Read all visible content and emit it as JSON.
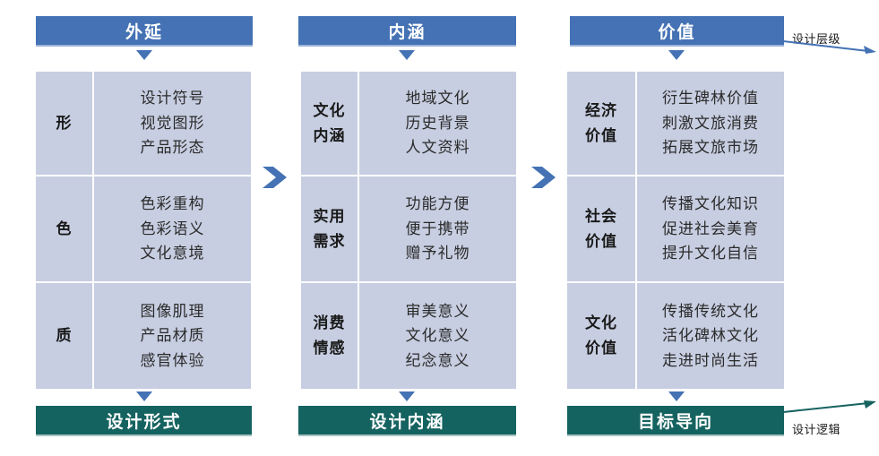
{
  "diagram": {
    "title_row": {
      "bars": [
        {
          "label": "外延"
        },
        {
          "label": "内涵"
        },
        {
          "label": "价值"
        }
      ],
      "axis_label": "设计层级"
    },
    "footer_row": {
      "bars": [
        {
          "label": "设计形式"
        },
        {
          "label": "设计内涵"
        },
        {
          "label": "目标导向"
        }
      ],
      "axis_label": "设计逻辑"
    },
    "columns": [
      {
        "header": "外延",
        "footer": "设计形式",
        "groups": [
          {
            "key": "形",
            "values": [
              "设计符号",
              "视觉图形",
              "产品形态"
            ]
          },
          {
            "key": "色",
            "values": [
              "色彩重构",
              "色彩语义",
              "文化意境"
            ]
          },
          {
            "key": "质",
            "values": [
              "图像肌理",
              "产品材质",
              "感官体验"
            ]
          }
        ]
      },
      {
        "header": "内涵",
        "footer": "设计内涵",
        "groups": [
          {
            "key": "文化\n内涵",
            "key_lines": [
              "文化",
              "内涵"
            ],
            "values": [
              "地域文化",
              "历史背景",
              "人文资料"
            ]
          },
          {
            "key": "实用\n需求",
            "key_lines": [
              "实用",
              "需求"
            ],
            "values": [
              "功能方便",
              "便于携带",
              "赠予礼物"
            ]
          },
          {
            "key": "消费\n情感",
            "key_lines": [
              "消费",
              "情感"
            ],
            "values": [
              "审美意义",
              "文化意义",
              "纪念意义"
            ]
          }
        ]
      },
      {
        "header": "价值",
        "footer": "目标导向",
        "groups": [
          {
            "key": "经济\n价值",
            "key_lines": [
              "经济",
              "价值"
            ],
            "values": [
              "衍生碑林价值",
              "刺激文旅消费",
              "拓展文旅市场"
            ]
          },
          {
            "key": "社会\n价值",
            "key_lines": [
              "社会",
              "价值"
            ],
            "values": [
              "传播文化知识",
              "促进社会美育",
              "提升文化自信"
            ]
          },
          {
            "key": "文化\n价值",
            "key_lines": [
              "文化",
              "价值"
            ],
            "values": [
              "传播传统文化",
              "活化碑林文化",
              "走进时尚生活"
            ]
          }
        ]
      }
    ],
    "colors": {
      "header_blue": "#4472b4",
      "footer_teal": "#156360",
      "cell_fill": "#c7cee1",
      "triangle": "#4472b4",
      "chevron": "#4472b4",
      "arrow": "#4472b4",
      "text_dark": "#1a1a1a",
      "text_white": "#ffffff"
    }
  }
}
